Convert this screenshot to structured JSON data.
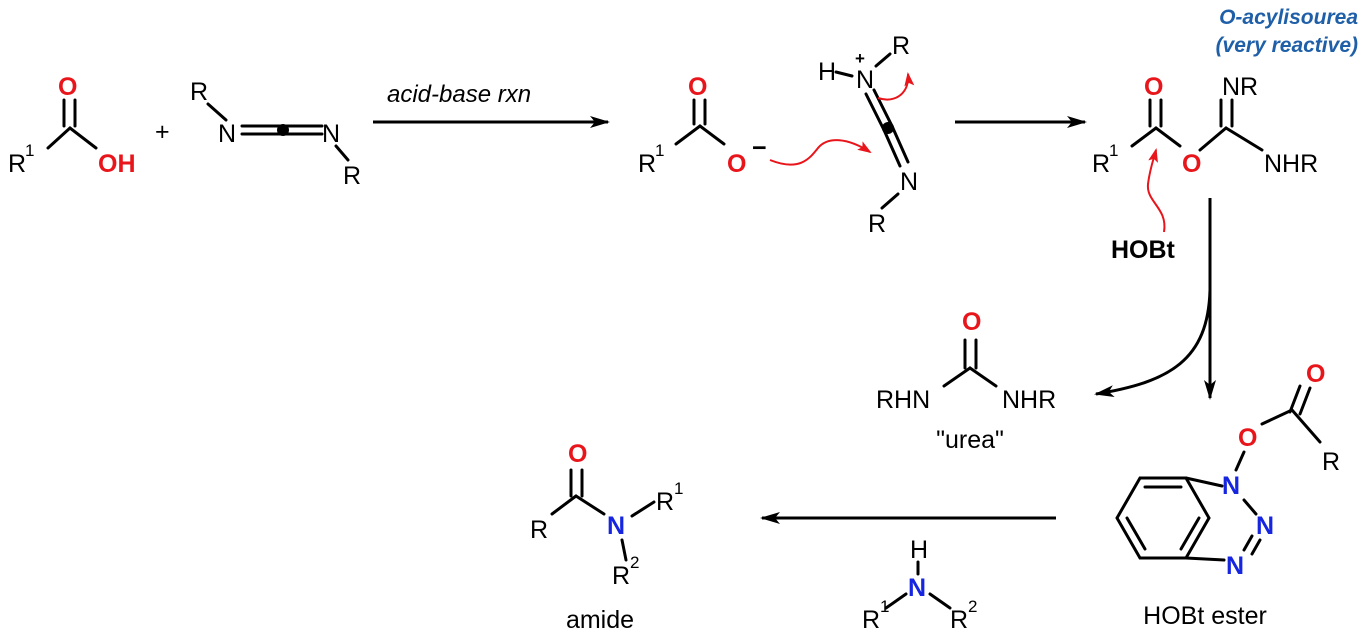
{
  "scheme": {
    "plus": "+",
    "acid": {
      "R": "R",
      "R_sup": "1",
      "O": "O",
      "OH": "OH"
    },
    "carbodiimide": {
      "R_top": "R",
      "N_left": "N",
      "N_right": "N",
      "R_bottom": "R"
    },
    "step1_condition": "acid-base rxn",
    "carboxylate": {
      "R": "R",
      "R_sup": "1",
      "O_top": "O",
      "O_minus": "O",
      "charge": "−"
    },
    "protonated_cd": {
      "H": "H",
      "N_top": "N",
      "plus": "+",
      "R_top": "R",
      "N_bottom": "N",
      "R_bottom": "R"
    },
    "isourea": {
      "note_line1": "O-acylisourea",
      "note_line2": "(very reactive)",
      "R": "R",
      "R_sup": "1",
      "O_top": "O",
      "O_link": "O",
      "NR": "NR",
      "NHR": "NHR"
    },
    "hobt_label": "HOBt",
    "urea": {
      "O": "O",
      "left": "RHN",
      "right": "NHR",
      "caption": "\"urea\""
    },
    "hobt_ester": {
      "O_link": "O",
      "O_top": "O",
      "R": "R",
      "N1": "N",
      "N2": "N",
      "N3": "N",
      "caption": "HOBt ester"
    },
    "amine": {
      "H": "H",
      "N": "N",
      "R1": "R",
      "R1_sup": "1",
      "R2": "R",
      "R2_sup": "2"
    },
    "amide": {
      "O": "O",
      "R": "R",
      "N": "N",
      "R1": "R",
      "R1_sup": "1",
      "R2": "R",
      "R2_sup": "2",
      "caption": "amide"
    }
  }
}
